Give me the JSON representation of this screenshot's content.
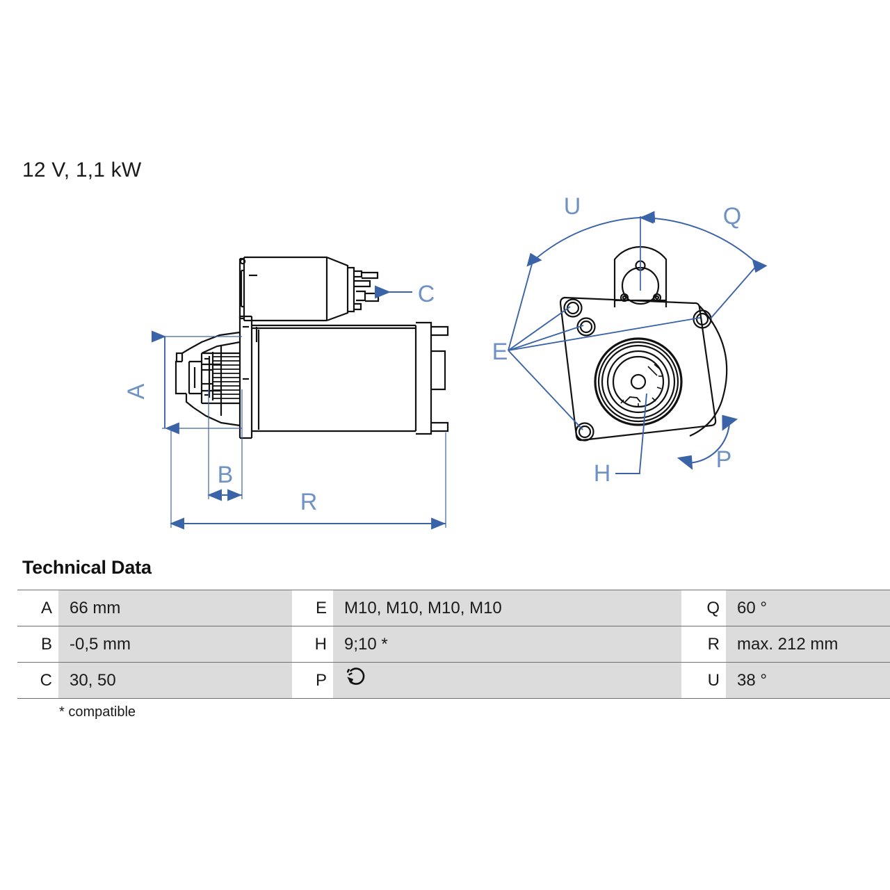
{
  "product": {
    "spec_title": "12 V, 1,1 kW"
  },
  "drawings": {
    "side_view": {
      "callouts": [
        {
          "id": "A",
          "label": "A",
          "kind": "vertical-dimension"
        },
        {
          "id": "B",
          "label": "B",
          "kind": "horizontal-dimension"
        },
        {
          "id": "C",
          "label": "C",
          "kind": "arrow-pointer"
        },
        {
          "id": "R",
          "label": "R",
          "kind": "horizontal-dimension"
        }
      ]
    },
    "front_view": {
      "callouts": [
        {
          "id": "U",
          "label": "U",
          "kind": "angle-arc"
        },
        {
          "id": "Q",
          "label": "Q",
          "kind": "angle-arc"
        },
        {
          "id": "E",
          "label": "E",
          "kind": "leader-lines"
        },
        {
          "id": "H",
          "label": "H",
          "kind": "leader-line"
        },
        {
          "id": "P",
          "label": "P",
          "kind": "rotation-arc"
        }
      ]
    }
  },
  "technical_data": {
    "heading": "Technical Data",
    "rows": [
      {
        "k1": "A",
        "v1": "66 mm",
        "k2": "E",
        "v2": "M10, M10, M10, M10",
        "k3": "Q",
        "v3": "60 °"
      },
      {
        "k1": "B",
        "v1": "-0,5 mm",
        "k2": "H",
        "v2": "9;10 *",
        "k3": "R",
        "v3": "max. 212 mm"
      },
      {
        "k1": "C",
        "v1": "30, 50",
        "k2": "P",
        "v2": "",
        "k3": "U",
        "v3": "38 °"
      }
    ],
    "p_icon_name": "rotation-counterclockwise-icon",
    "note": "* compatible"
  },
  "colors": {
    "dimension_blue": "#3b64a8",
    "label_blue": "#7a9bc9",
    "line_black": "#111111",
    "cell_gray": "#dcdcdc",
    "rule_gray": "#6f6f6f"
  }
}
